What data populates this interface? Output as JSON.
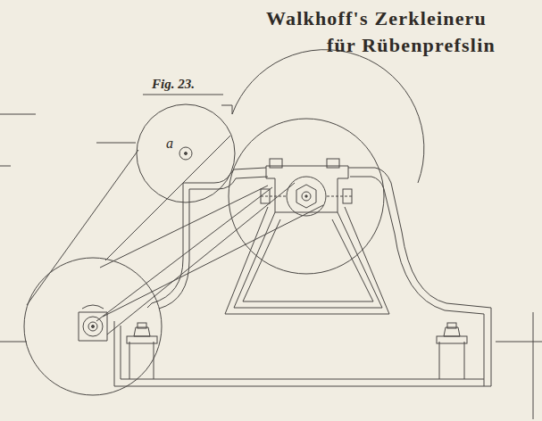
{
  "diagram": {
    "labels": [
      "Walkhoff's Zerkleineru",
      "für Rübenprefslin",
      "Fig. 23.",
      "a"
    ]
  }
}
